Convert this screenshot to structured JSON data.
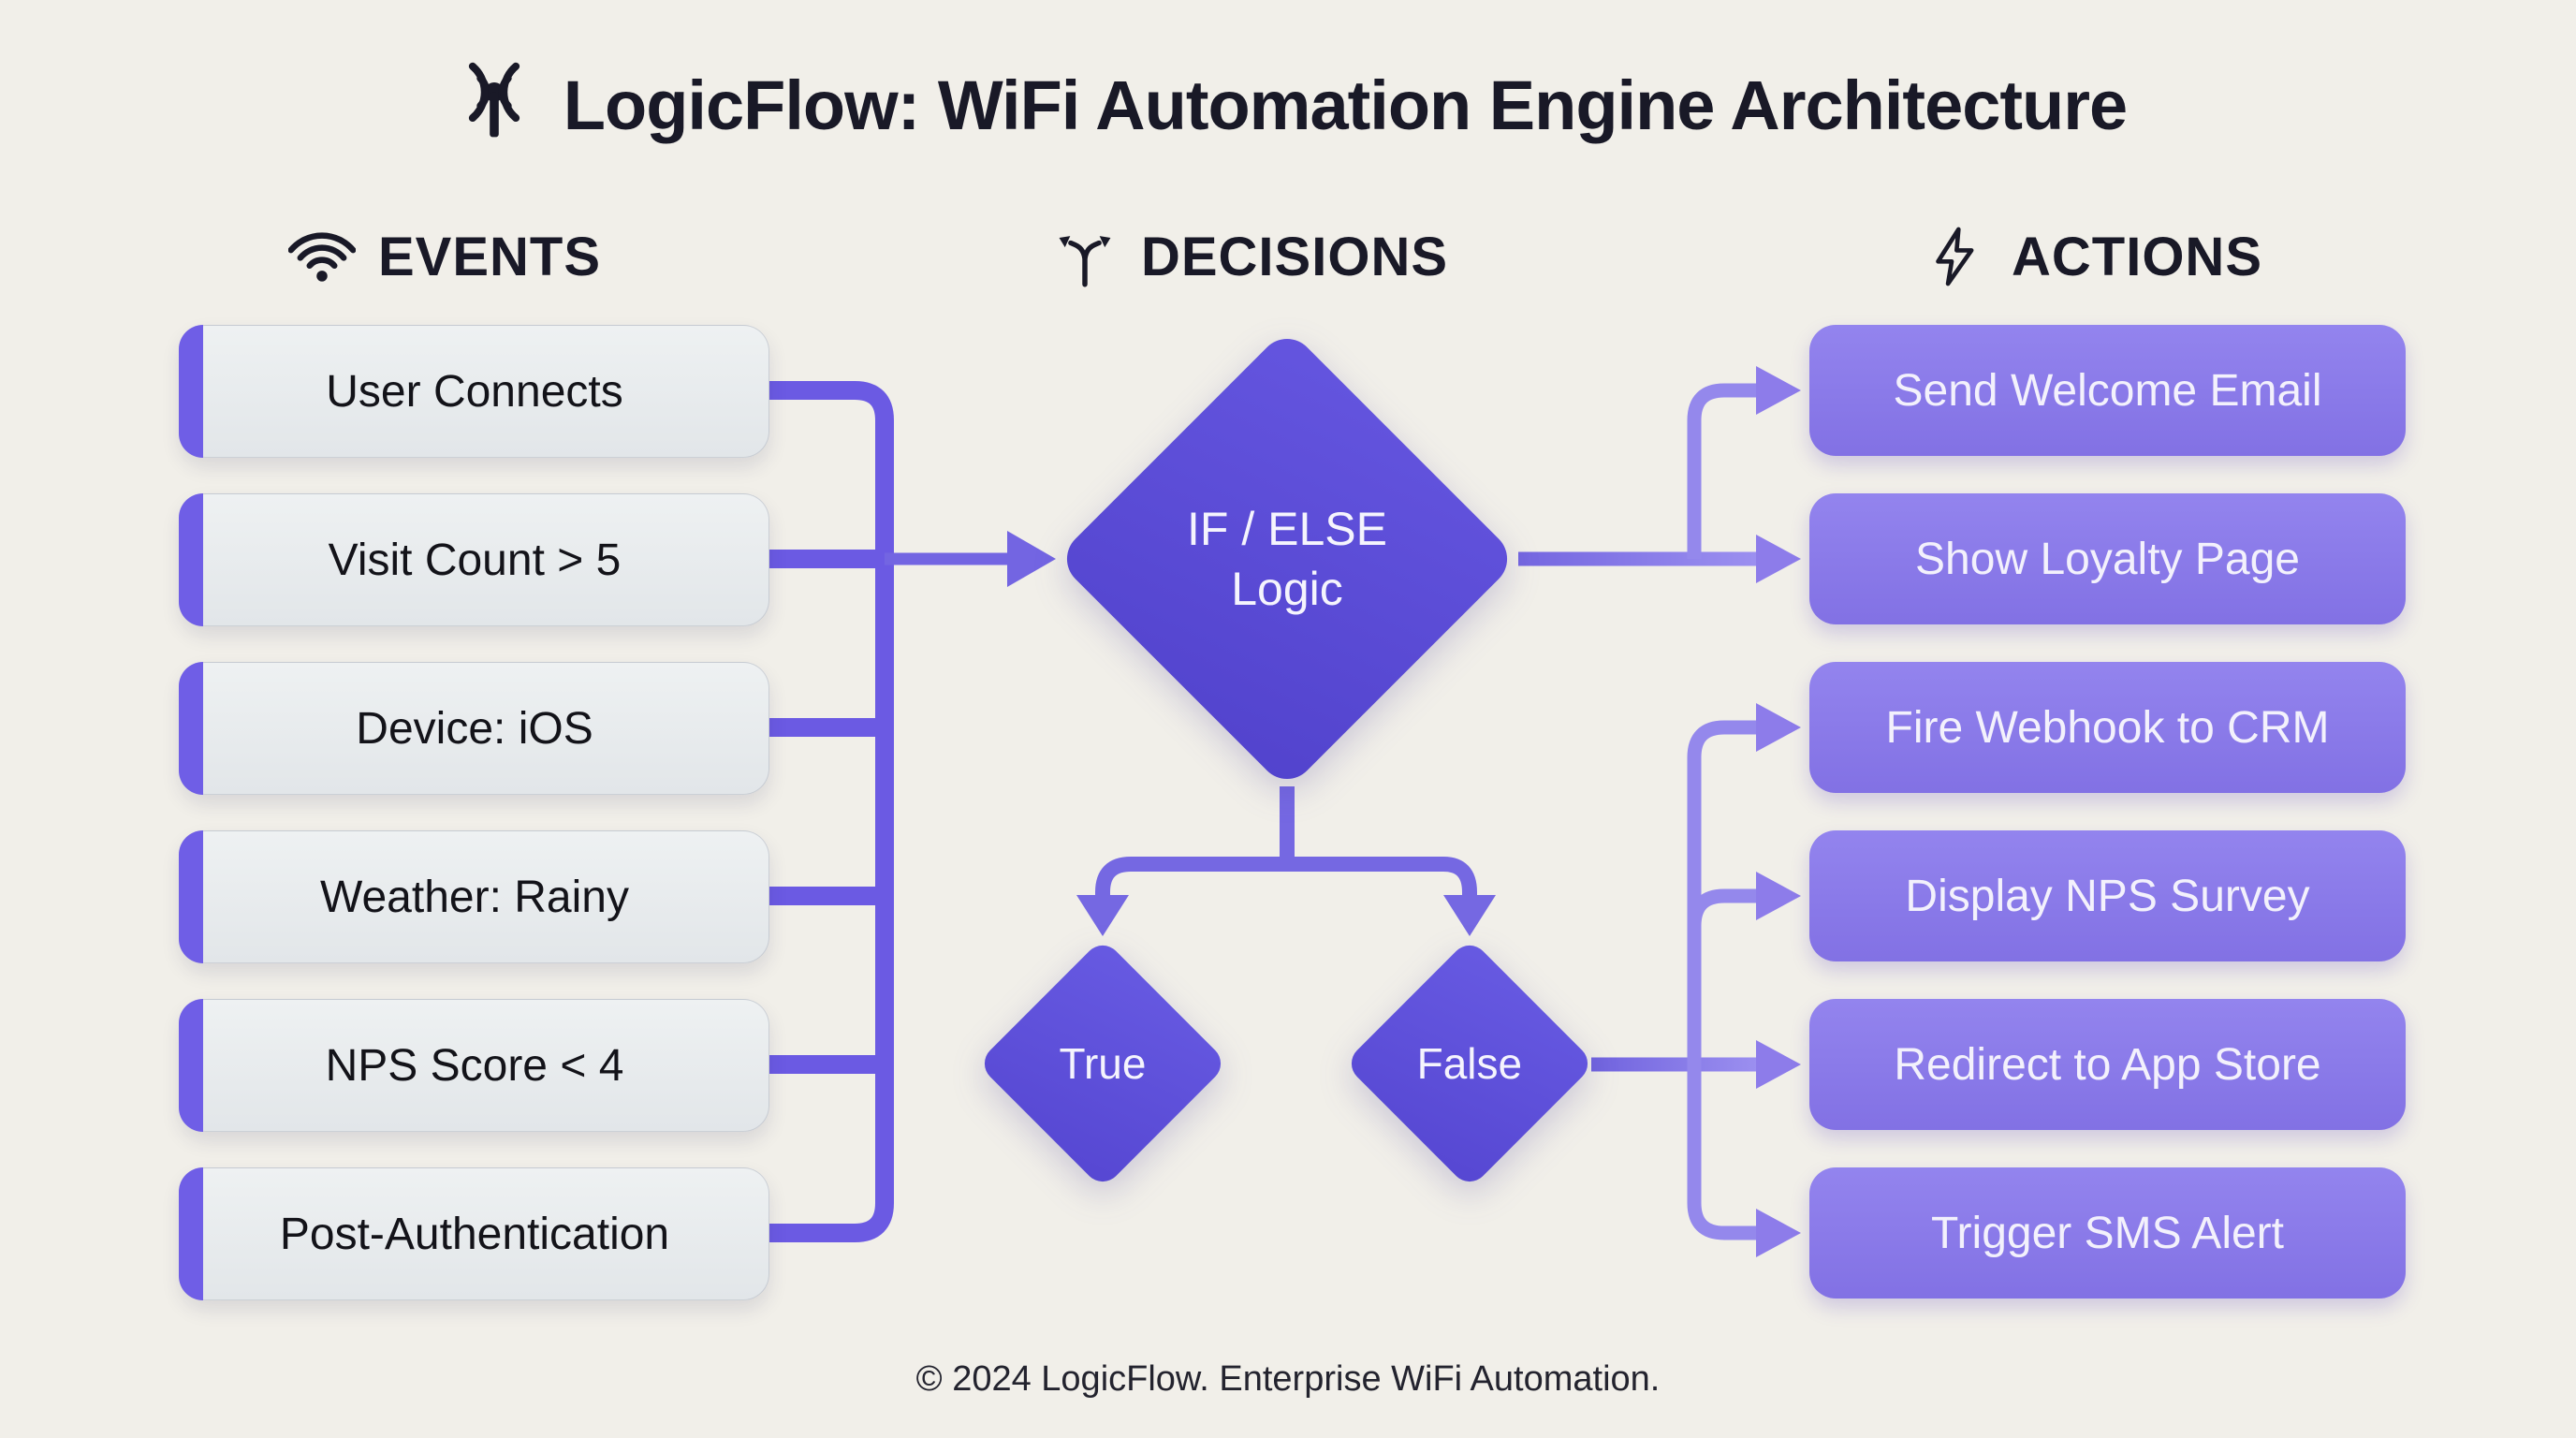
{
  "title": {
    "text": "LogicFlow: WiFi Automation Engine Architecture"
  },
  "sections": {
    "events": {
      "label": "EVENTS",
      "items": [
        "User Connects",
        "Visit Count > 5",
        "Device: iOS",
        "Weather: Rainy",
        "NPS Score < 4",
        "Post-Authentication"
      ]
    },
    "decisions": {
      "label": "DECISIONS",
      "root_line1": "IF / ELSE",
      "root_line2": "Logic",
      "true_label": "True",
      "false_label": "False"
    },
    "actions": {
      "label": "ACTIONS",
      "items": [
        "Send Welcome Email",
        "Show Loyalty Page",
        "Fire Webhook to CRM",
        "Display NPS Survey",
        "Redirect to App Store",
        "Trigger SMS Alert"
      ]
    }
  },
  "footer": {
    "text": "© 2024 LogicFlow. Enterprise WiFi Automation."
  },
  "icons": [
    "antenna-icon",
    "wifi-icon",
    "branch-icon",
    "lightning-icon"
  ],
  "colors": {
    "background": "#f1efe9",
    "ink": "#191927",
    "diamond_fill": "#5a4bd6",
    "action_fill": "#8d7cea",
    "event_fill": "#e9edef",
    "event_accent": "#6f5ee6",
    "connector_left": "#6b5ae3",
    "connector_right": "#9488ec"
  }
}
